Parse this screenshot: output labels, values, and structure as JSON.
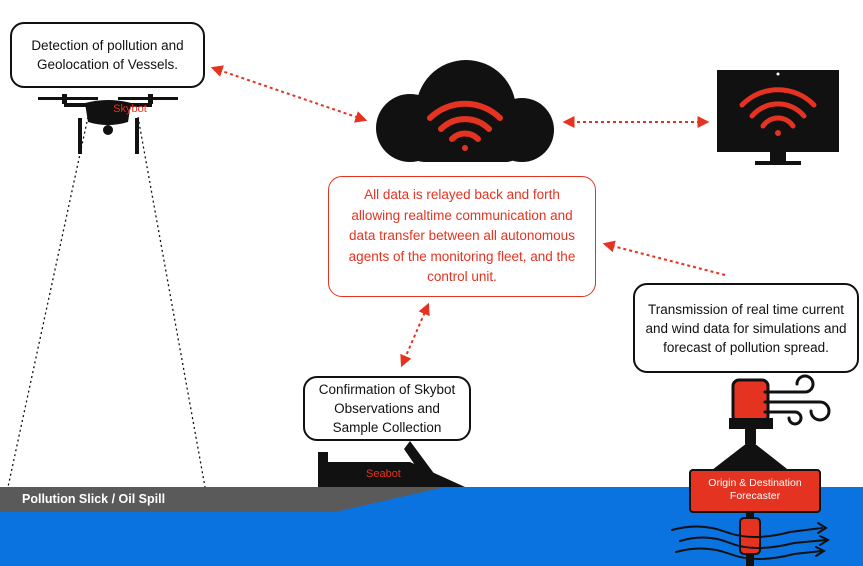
{
  "boxes": {
    "detection": "Detection of pollution and Geolocation of Vessels.",
    "relay": "All data is relayed back and forth allowing realtime communication and data transfer between all autonomous agents of the monitoring fleet, and the control unit.",
    "transmission": "Transmission of real time current and wind data for simulations and forecast of pollution spread.",
    "confirmation": "Confirmation of Skybot Observations and Sample Collection"
  },
  "labels": {
    "skybot": "Skybot",
    "seabot": "Seabot",
    "slick": "Pollution Slick / Oil Spill",
    "buoy": "Origin & Destination Forecaster"
  },
  "icons": [
    "drone-icon",
    "cloud-icon",
    "wifi-icon",
    "monitor-icon",
    "boat-icon",
    "buoy-icon",
    "wind-icon",
    "current-icon"
  ],
  "colors": {
    "accent": "#e53322",
    "water": "#0a73e0",
    "slick": "#5a5a5a",
    "dark": "#111111"
  }
}
